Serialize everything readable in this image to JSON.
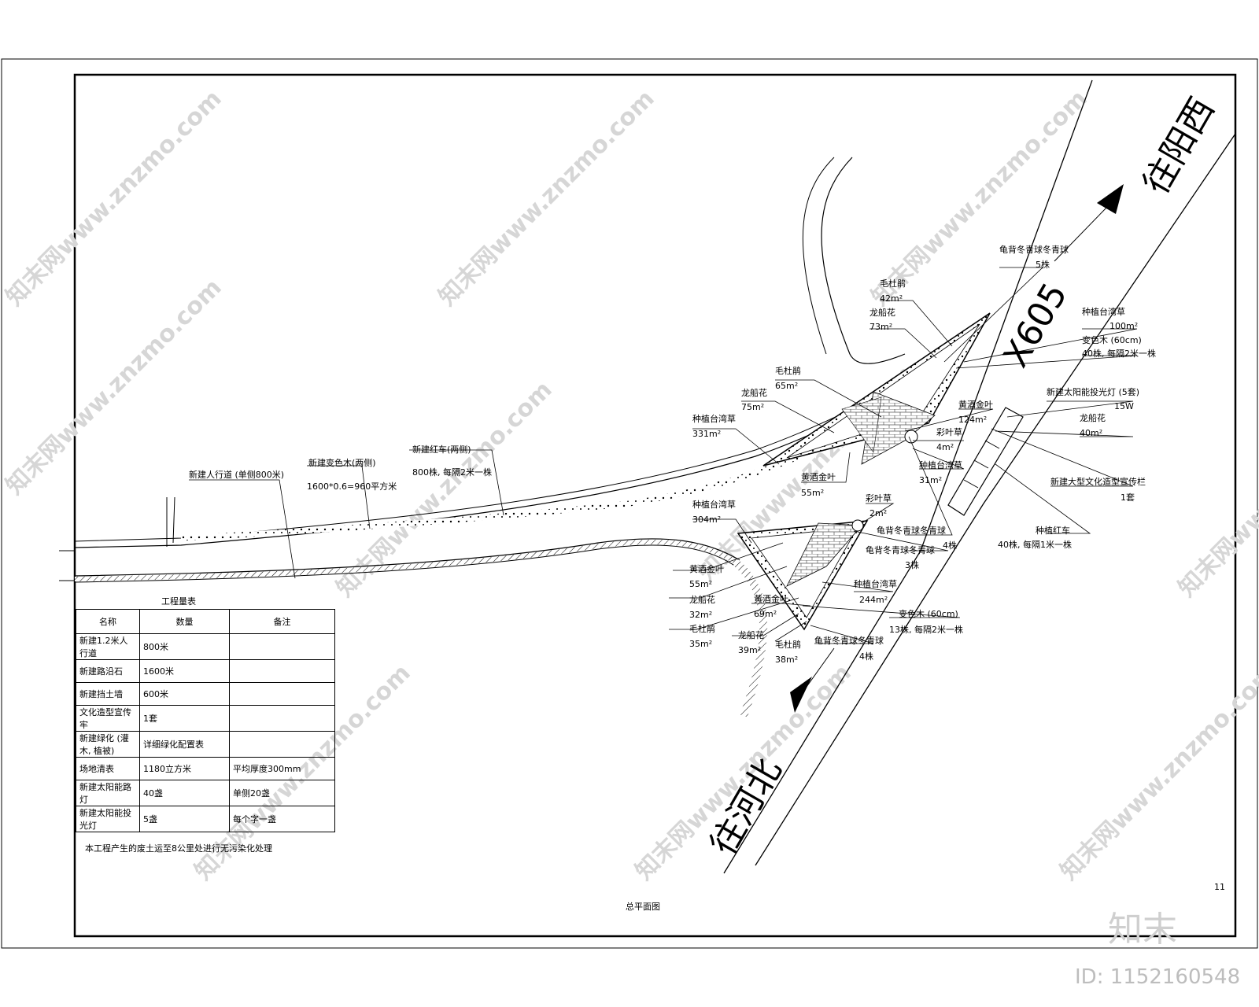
{
  "roads": {
    "north_east": "往阳西",
    "south": "往河北",
    "route": "X605"
  },
  "labels": {
    "ne_evergreen": "龟背冬青球冬青球",
    "ne_evergreen_qty": "5株",
    "ne_maodujuan": "毛杜鹃",
    "ne_maodujuan_area": "42m²",
    "ne_longchuan": "龙船花",
    "ne_longchuan_area": "73m²",
    "ne_grass": "种植台湾草",
    "ne_grass_area": "100m²",
    "ne_bianse": "变色木 (60cm)",
    "ne_bianse_qty": "40株, 每隔2米一株",
    "solar_light": "新建太阳能投光灯 (5套)",
    "solar_light_power": "15W",
    "e_longchuan": "龙船花",
    "e_longchuan_area": "40m²",
    "culture_board": "新建大型文化造型宣传栏",
    "culture_board_qty": "1套",
    "e_hongcai": "种植红车",
    "e_hongcai_qty": "40株, 每隔1米一株",
    "n_maodujuan": "毛杜鹃",
    "n_maodujuan_area": "65m²",
    "n_longchuan": "龙船花",
    "n_longchuan_area": "75m²",
    "n_grass": "种植台湾草",
    "n_grass_area": "331m²",
    "n_jinye": "黄酒金叶",
    "n_jinye_area": "124m²",
    "n_caiye": "彩叶草",
    "n_caiye_area": "4m²",
    "n_grass2": "种植台湾草",
    "n_grass2_area": "31m²",
    "n_jinye2": "黄酒金叶",
    "n_jinye2_area": "55m²",
    "sidewalk": "新建人行道 (单侧800米)",
    "bianse_both": "新建变色木(两侧)",
    "bianse_both_area": "1600*0.6=960平方米",
    "hongche_both": "新建红车(两侧)",
    "hongche_both_qty": "800株, 每隔2米一株",
    "s_grass": "种植台湾草",
    "s_grass_area": "304m²",
    "s_caiye": "彩叶草",
    "s_caiye_area": "2m²",
    "s_evergreen_a": "龟背冬青球冬青球",
    "s_evergreen_a_qty": "4株",
    "s_evergreen_b": "龟背冬青球冬青球",
    "s_evergreen_b_qty": "3株",
    "s_grass2": "种植台湾草",
    "s_grass2_area": "244m²",
    "s_jinye": "黄酒金叶",
    "s_jinye_area": "55m²",
    "s_longchuan": "龙船花",
    "s_longchuan_area": "32m²",
    "s_maodujuan": "毛杜鹃",
    "s_maodujuan_area": "35m²",
    "s_jinye2": "黄酒金叶",
    "s_jinye2_area": "69m²",
    "s_longchuan2": "龙船花",
    "s_longchuan2_area": "39m²",
    "s_maodujuan2": "毛杜鹃",
    "s_maodujuan2_area": "38m²",
    "s_bianse": "变色木 (60cm)",
    "s_bianse_qty": "13株, 每隔2米一株",
    "s_evergreen_c": "龟背冬青球冬青球",
    "s_evergreen_c_qty": "4株"
  },
  "table": {
    "title": "工程量表",
    "headers": [
      "名称",
      "数量",
      "备注"
    ],
    "rows": [
      [
        "新建1.2米人行道",
        "800米",
        ""
      ],
      [
        "新建路沿石",
        "1600米",
        ""
      ],
      [
        "新建挡土墙",
        "600米",
        ""
      ],
      [
        "文化造型宣传牢",
        "1套",
        ""
      ],
      [
        "新建绿化 (灌木, 植被)",
        "详细绿化配置表",
        ""
      ],
      [
        "场地清表",
        "1180立方米",
        "平均厚度300mm"
      ],
      [
        "新建太阳能路灯",
        "40盏",
        "单侧20盏"
      ],
      [
        "新建太阳能投光灯",
        "5盏",
        "每个字一盏"
      ]
    ]
  },
  "note": "本工程产生的废土运至8公里处进行无污染化处理",
  "sheet_title": "总平面图",
  "page_no": "11",
  "watermark": "知末网www.znzmo.com",
  "brand": "知末",
  "id_text": "ID: 1152160548"
}
